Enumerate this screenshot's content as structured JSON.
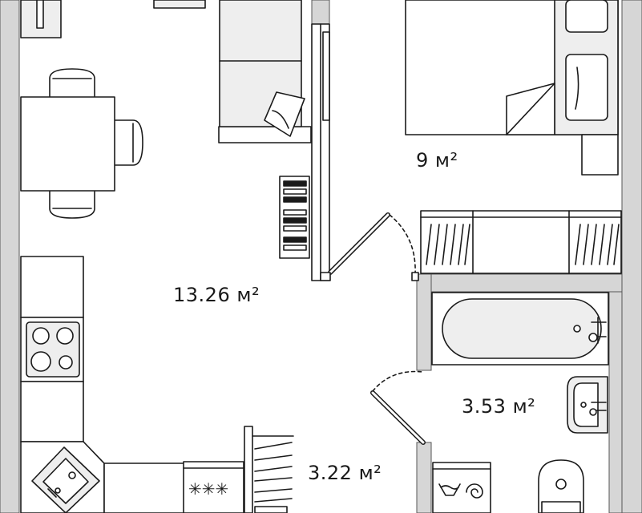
{
  "colors": {
    "wall": "#d6d6d6",
    "wall_stroke": "#555555",
    "line": "#1a1a1a",
    "fill_light": "#eeeeee",
    "background": "#ffffff"
  },
  "rooms": [
    {
      "id": "living-kitchen",
      "area": "13.26 м²"
    },
    {
      "id": "bedroom",
      "area": "9 м²"
    },
    {
      "id": "bathroom",
      "area": "3.53 м²"
    },
    {
      "id": "hallway",
      "area": "3.22 м²"
    }
  ],
  "icons": [
    "sofa-icon",
    "bed-icon",
    "dining-table-icon",
    "stove-icon",
    "kitchen-sink-icon",
    "bathtub-icon",
    "washbasin-icon",
    "toilet-icon",
    "washing-machine-icon",
    "wardrobe-icon",
    "shelf-icon",
    "door-icon"
  ]
}
